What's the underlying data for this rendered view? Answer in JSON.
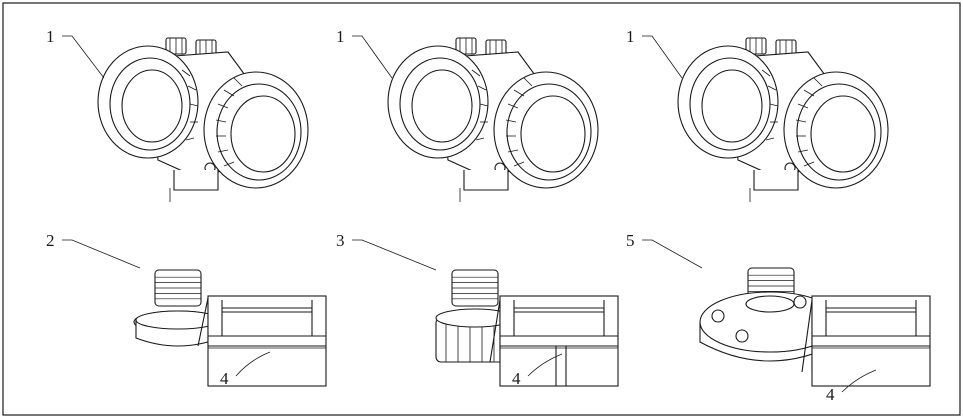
{
  "callouts": {
    "a1": "1",
    "b1": "1",
    "c1": "1",
    "a2": "2",
    "b3": "3",
    "c5": "5",
    "a4": "4",
    "b4": "4",
    "c4": "4"
  }
}
